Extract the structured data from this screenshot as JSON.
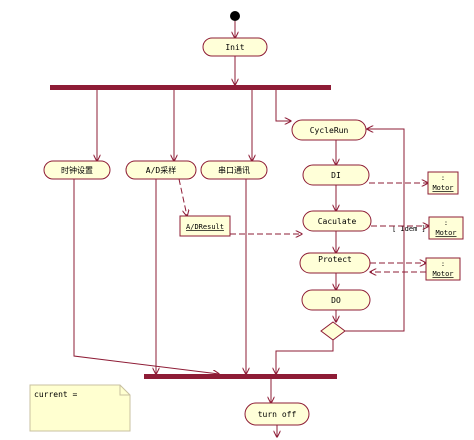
{
  "activities": {
    "init": "Init",
    "timer": "时钟设置",
    "ad": "A/D采样",
    "serial": "串口通讯",
    "cyclerun": "CycleRun",
    "di": "DI",
    "calculate": "Caculate",
    "protect": "Protect",
    "do": "DO",
    "turnoff": "turn off"
  },
  "objects": {
    "adresult": "A/DResult",
    "motor1_top": ":",
    "motor1_name": "Motor",
    "motor2_top": ":",
    "motor2_name": "Motor",
    "motor3_top": ":",
    "motor3_name": "Motor"
  },
  "state_label": "[ Idem ]",
  "note": {
    "text": "current ="
  },
  "colors": {
    "stroke": "#8e1c36",
    "fill": "#ffffd8",
    "note_fill": "#ffffd0"
  }
}
